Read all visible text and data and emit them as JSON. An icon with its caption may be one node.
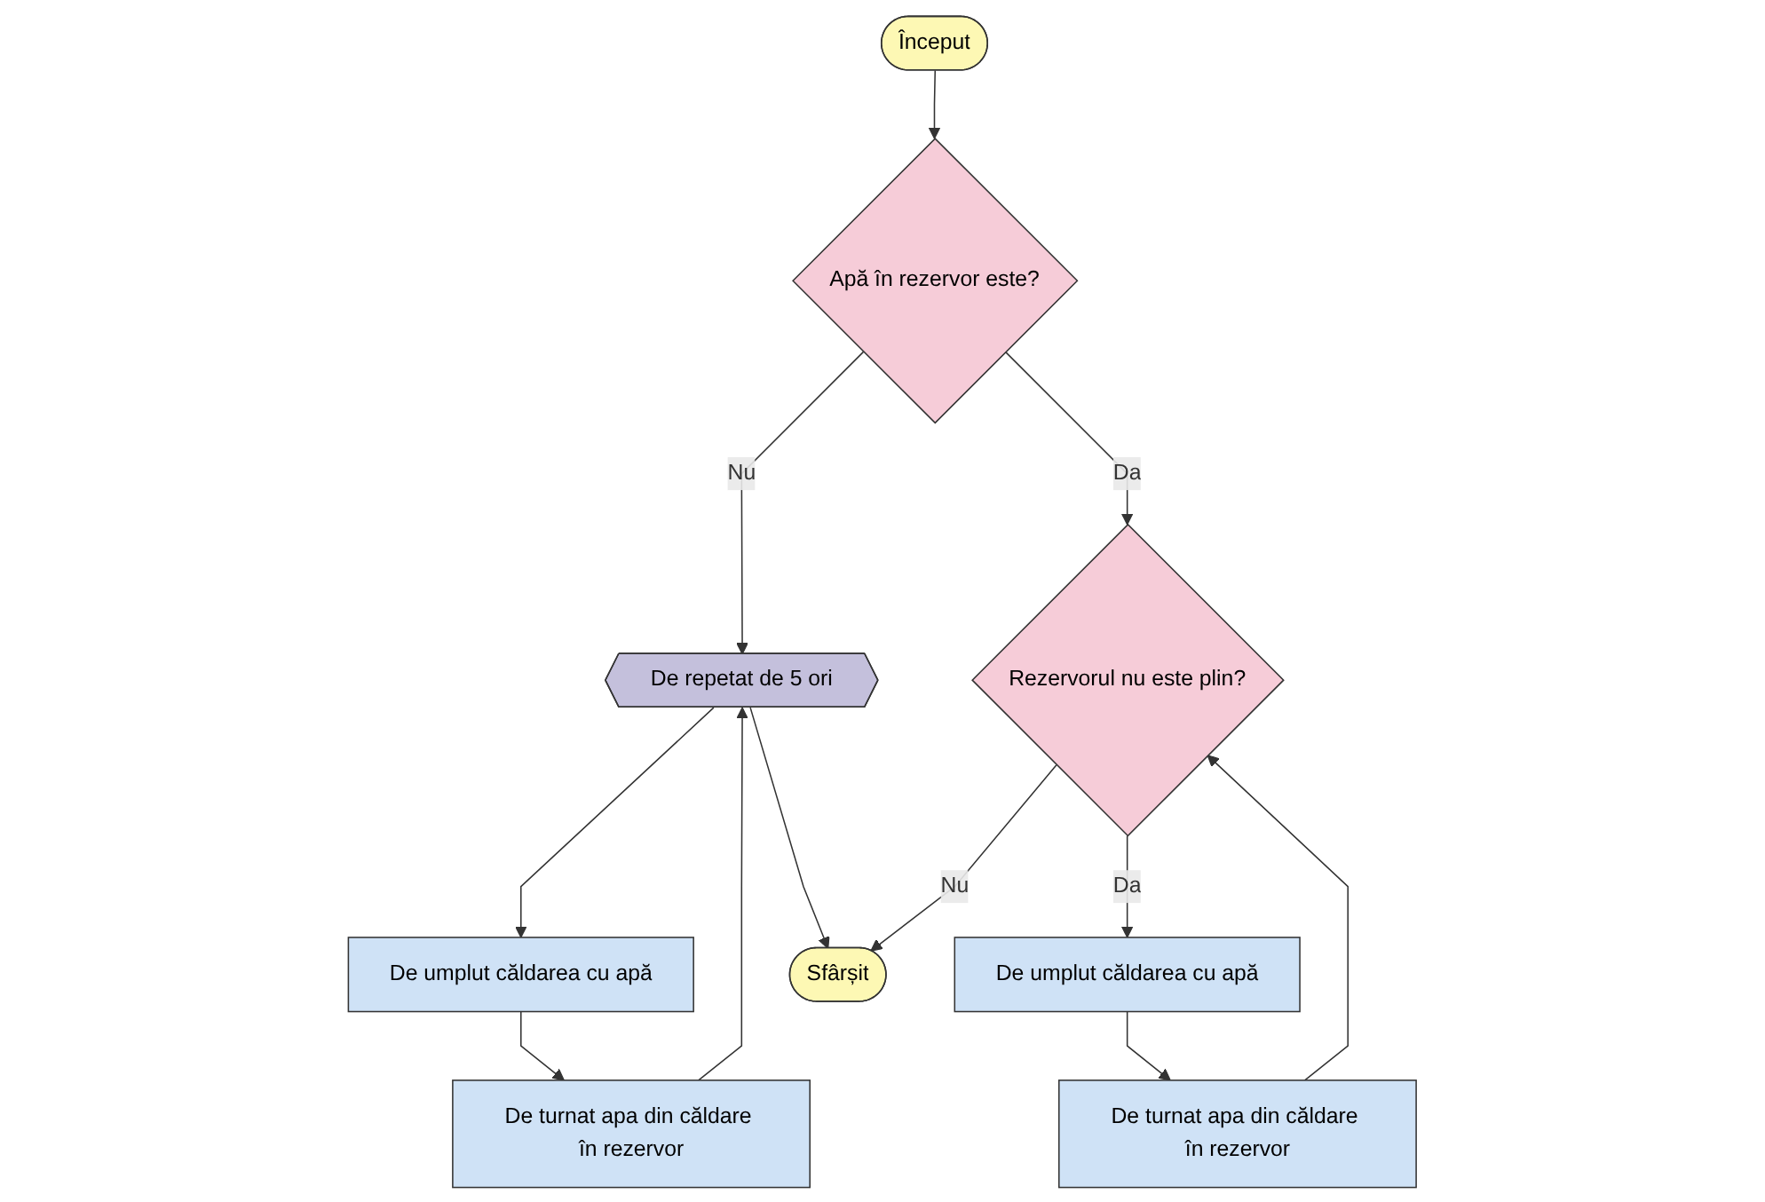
{
  "diagram": {
    "nodes": [
      {
        "text": [
          "Început"
        ]
      },
      {
        "text": [
          "Apă în rezervor este?"
        ]
      },
      {
        "text": [
          "De repetat de 5 ori"
        ]
      },
      {
        "text": [
          "De umplut căldarea cu apă"
        ]
      },
      {
        "text": [
          "De turnat apa din căldare în rezervor"
        ]
      },
      {
        "text": [
          "Rezervorul nu este plin?"
        ]
      },
      {
        "text": [
          "De umplut căldarea cu apă"
        ]
      },
      {
        "text": [
          "De turnat apa din căldare în rezervor"
        ]
      },
      {
        "text": [
          "Sfârșit"
        ]
      }
    ],
    "edges": [
      {
        "from": 0,
        "to": 1,
        "arrow": "to"
      },
      {
        "from": 1,
        "to": 2,
        "arrow": "to",
        "label": "Nu"
      },
      {
        "from": 1,
        "to": 5,
        "arrow": "to",
        "label": "Da"
      },
      {
        "from": 2,
        "to": 3,
        "arrow": "to"
      },
      {
        "from": 3,
        "to": 4,
        "arrow": "to"
      },
      {
        "from": 4,
        "to": 2,
        "arrow": "to"
      },
      {
        "from": 2,
        "to": 8,
        "arrow": "to"
      },
      {
        "from": 5,
        "to": 8,
        "arrow": "to",
        "label": "Nu"
      },
      {
        "from": 5,
        "to": 6,
        "arrow": "to",
        "label": "Da"
      },
      {
        "from": 6,
        "to": 7,
        "arrow": "to"
      },
      {
        "from": 7,
        "to": 5,
        "arrow": "to"
      }
    ]
  }
}
